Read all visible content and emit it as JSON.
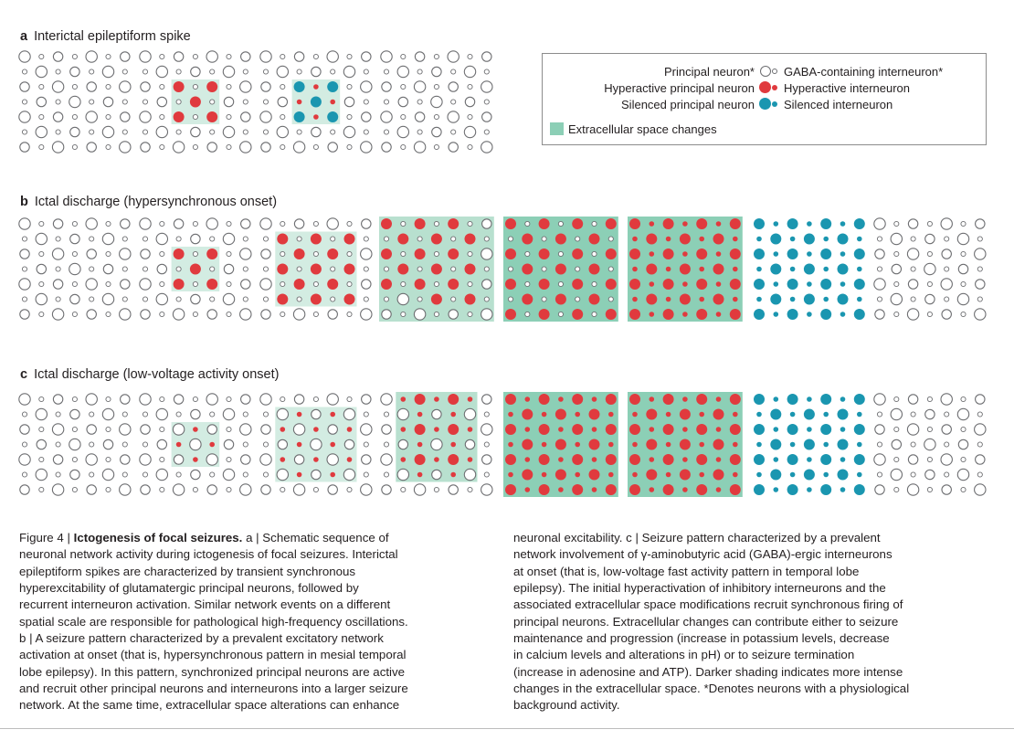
{
  "panels": [
    {
      "letter": "a",
      "title": "Interictal epileptiform spike"
    },
    {
      "letter": "b",
      "title": "Ictal discharge (hypersynchronous onset)"
    },
    {
      "letter": "c",
      "title": "Ictal discharge (low-voltage activity onset)"
    }
  ],
  "legend": {
    "principal": "Principal neuron*",
    "hyper_principal": "Hyperactive principal neuron",
    "silenced_principal": "Silenced principal neuron",
    "interneuron": "GABA-containing interneuron*",
    "hyper_interneuron": "Hyperactive interneuron",
    "silenced_interneuron": "Silenced interneuron",
    "ecs": "Extracellular space changes"
  },
  "colors": {
    "principal_fill": "#ffffff",
    "principal_stroke": "#6d6e71",
    "hyperactive": "#e03a3e",
    "silenced": "#1a96b0",
    "ecs_light": "#d3ece2",
    "ecs_mid": "#b8e0cf",
    "ecs_dark": "#8ccfb6"
  },
  "caption": {
    "left_lines": [
      {
        "fig": "Figure 4 | ",
        "bold": "Ictogenesis of focal seizures.",
        "text": " a | Schematic sequence of"
      },
      {
        "text": "neuronal network activity during ictogenesis of focal seizures. Interictal"
      },
      {
        "text": "epileptiform spikes are characterized by transient synchronous"
      },
      {
        "text": "hyperexcitability of glutamatergic principal neurons, followed by"
      },
      {
        "text": "recurrent interneuron activation. Similar network events on a different"
      },
      {
        "text": "spatial scale are responsible for pathological high-frequency oscillations."
      },
      {
        "text": "b | A seizure pattern characterized by a prevalent excitatory network"
      },
      {
        "text": "activation at onset (that is, hypersynchronous pattern in mesial temporal"
      },
      {
        "text": "lobe epilepsy). In this pattern, synchronized principal neurons are active"
      },
      {
        "text": "and recruit other principal neurons and interneurons into a larger seizure"
      },
      {
        "text": "network. At the same time, extracellular space alterations can enhance"
      }
    ],
    "right_lines": [
      {
        "text": "neuronal excitability. c | Seizure pattern characterized by a prevalent"
      },
      {
        "text": "network involvement of γ-aminobutyric acid (GABA)-ergic interneurons"
      },
      {
        "text": "at onset (that is, low-voltage fast activity pattern in temporal lobe"
      },
      {
        "text": "epilepsy). The initial hyperactivation of inhibitory interneurons and the"
      },
      {
        "text": "associated extracellular space modifications recruit synchronous firing of"
      },
      {
        "text": "principal neurons. Extracellular changes can contribute either to seizure"
      },
      {
        "text": "maintenance and progression (increase in potassium levels, decrease"
      },
      {
        "text": "in calcium levels and alterations in pH) or to seizure termination"
      },
      {
        "text": "(increase in adenosine and ATP). Darker shading indicates more intense"
      },
      {
        "text": "changes in the extracellular space. *Denotes neurons with a physiological"
      },
      {
        "text": "background activity."
      }
    ]
  }
}
